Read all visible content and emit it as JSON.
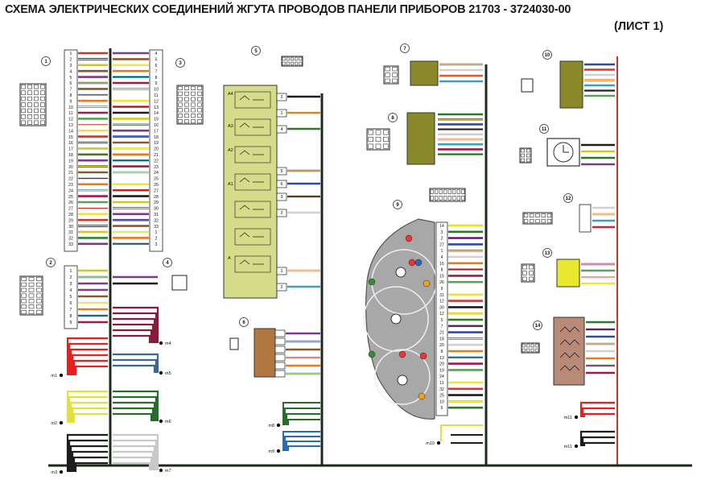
{
  "header": {
    "title_line1": "СХЕМА ЭЛЕКТРИЧЕСКИХ СОЕДИНЕНИЙ ЖГУТА ПРОВОДОВ ПАНЕЛИ ПРИБОРОВ  21703 - 3724030-00",
    "title_line2": "(ЛИСТ 1)"
  },
  "callouts": [
    "1",
    "2",
    "3",
    "4",
    "5",
    "6",
    "7",
    "8",
    "9",
    "10",
    "11",
    "12",
    "13",
    "14"
  ],
  "pin_numbers_left_block": [
    "1",
    "2",
    "3",
    "4",
    "5",
    "6",
    "7",
    "8",
    "9",
    "10",
    "11",
    "12",
    "13",
    "14",
    "15",
    "16",
    "17",
    "18",
    "19",
    "20",
    "21",
    "22",
    "23",
    "24",
    "25",
    "26",
    "27",
    "28",
    "29",
    "30",
    "31",
    "32",
    "33"
  ],
  "relay_pins": [
    "2",
    "1",
    "4",
    "5",
    "6",
    "3",
    "2",
    "1",
    "2"
  ],
  "relay_labels": [
    "A4",
    "A3",
    "A2",
    "A1",
    "A"
  ],
  "cluster_pins": [
    "14",
    "3",
    "2",
    "27",
    "1",
    "4",
    "16",
    "8",
    "15",
    "26",
    "9",
    "31",
    "12",
    "30",
    "12",
    "5",
    "7",
    "21",
    "18",
    "20",
    "8",
    "13",
    "29",
    "19",
    "24",
    "11",
    "32",
    "25",
    "10",
    "6"
  ],
  "ground_labels": [
    "m1",
    "m2",
    "m3",
    "m4",
    "m5",
    "m6",
    "m7",
    "m8",
    "m9",
    "m10",
    "m11"
  ],
  "colors": {
    "ground_bus": "#1c2a1c",
    "relay_block": "#d4dc8a",
    "connector_olive": "#8a8a2a",
    "cluster_body": "#a8a8a8",
    "resistor_block": "#b88a78",
    "unit_brown": "#b07840",
    "connector_yellow": "#e8e830",
    "callout_border": "#333333"
  },
  "icons": [
    "connector-icon",
    "pin-socket-icon",
    "ground-icon",
    "relay-icon",
    "gauge-icon",
    "clock-icon"
  ]
}
